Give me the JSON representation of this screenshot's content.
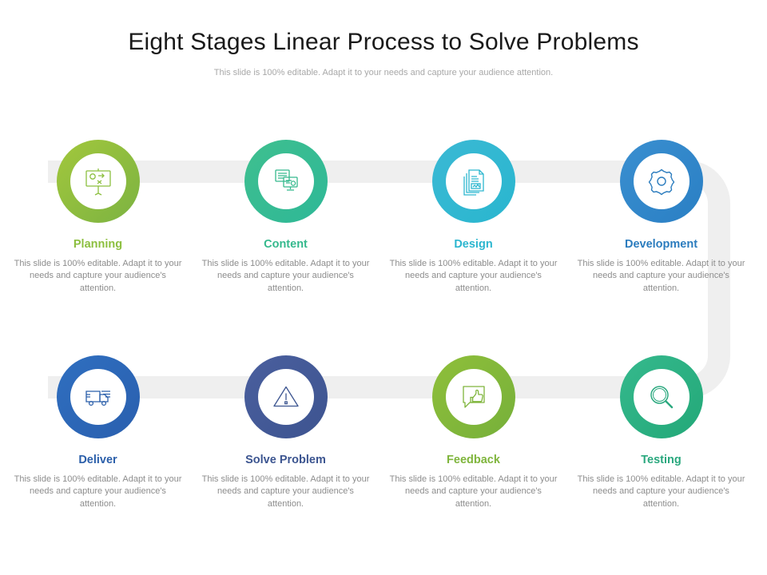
{
  "header": {
    "title": "Eight Stages Linear Process to Solve Problems",
    "subtitle": "This slide is 100% editable. Adapt it to your needs and capture your audience attention."
  },
  "colors": {
    "ribbon": "#efefef",
    "title": "#1a1a1a",
    "subtitle": "#a8a8a8",
    "body_text": "#8d8d8d"
  },
  "stages": [
    {
      "label": "Planning",
      "desc": "This slide is 100% editable. Adapt it to your needs and capture your audience's attention.",
      "icon": "presentation-board-icon",
      "ring_from": "#a2c73c",
      "ring_to": "#7cb342",
      "label_color": "#8cbf3f"
    },
    {
      "label": "Content",
      "desc": "This slide is 100% editable. Adapt it to your needs and capture your audience's attention.",
      "icon": "monitor-document-icon",
      "ring_from": "#3fbf8f",
      "ring_to": "#2eb897",
      "label_color": "#35b98d"
    },
    {
      "label": "Design",
      "desc": "This slide is 100% editable. Adapt it to your needs and capture your audience's attention.",
      "icon": "document-stack-icon",
      "ring_from": "#3bb9d4",
      "ring_to": "#29b6cf",
      "label_color": "#2cb6cf"
    },
    {
      "label": "Development",
      "desc": "This slide is 100% editable. Adapt it to your needs and capture your audience's attention.",
      "icon": "gear-icon",
      "ring_from": "#3a8fd0",
      "ring_to": "#2a7fc4",
      "label_color": "#2b7cbe"
    },
    {
      "label": "Deliver",
      "desc": "This slide is 100% editable. Adapt it to your needs and capture your audience's attention.",
      "icon": "delivery-truck-icon",
      "ring_from": "#2f6fc0",
      "ring_to": "#2a5fae",
      "label_color": "#2b5faa"
    },
    {
      "label": "Solve Problem",
      "desc": "This slide is 100% editable. Adapt it to your needs and capture your audience's attention.",
      "icon": "warning-triangle-icon",
      "ring_from": "#4a5f9e",
      "ring_to": "#3d5490",
      "label_color": "#3c5590"
    },
    {
      "label": "Feedback",
      "desc": "This slide is 100% editable. Adapt it to your needs and capture your audience's attention.",
      "icon": "thumbs-up-bubble-icon",
      "ring_from": "#8fbf3a",
      "ring_to": "#76b03a",
      "label_color": "#7fb53c"
    },
    {
      "label": "Testing",
      "desc": "This slide is 100% editable. Adapt it to your needs and capture your audience's attention.",
      "icon": "magnifier-icon",
      "ring_from": "#35b98d",
      "ring_to": "#23a878",
      "label_color": "#2aa87e"
    }
  ]
}
